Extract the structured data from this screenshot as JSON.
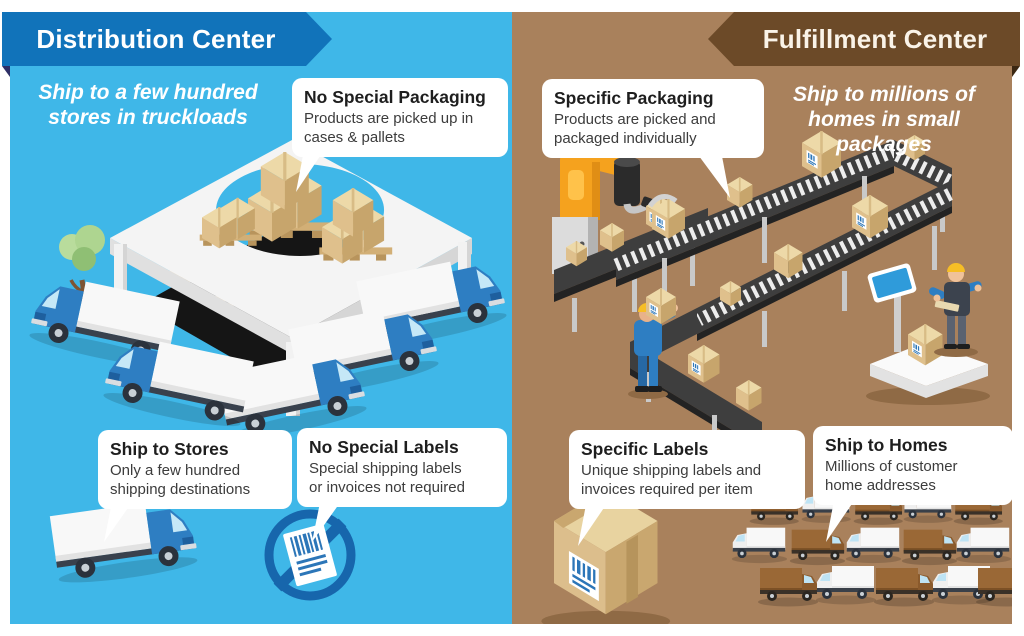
{
  "left": {
    "banner": "Distribution Center",
    "tagline": "Ship to a few hundred\nstores in truckloads",
    "callouts": [
      {
        "title": "No Special Packaging",
        "body": "Products are picked up in\ncases & pallets"
      },
      {
        "title": "Ship to Stores",
        "body": "Only a few hundred\nshipping destinations"
      },
      {
        "title": "No Special Labels",
        "body": "Special shipping labels\nor invoices not required"
      }
    ],
    "illustrations": [
      "warehouse-with-loading-docks",
      "tree",
      "pallet-stacked-boxes",
      "box-trucks",
      "single-box-truck",
      "no-label-prohibition-sign"
    ]
  },
  "right": {
    "banner": "Fulfillment Center",
    "tagline": "Ship to millions of\nhomes in small packages",
    "callouts": [
      {
        "title": "Specific Packaging",
        "body": "Products are picked and\npackaged individually"
      },
      {
        "title": "Specific Labels",
        "body": "Unique shipping labels and\ninvoices required per item"
      },
      {
        "title": "Ship to Homes",
        "body": "Millions of customer\nhome addresses"
      }
    ],
    "illustrations": [
      "robotic-arm",
      "roller-conveyor-belts",
      "packing-worker",
      "supervisor-worker",
      "weighing-scale",
      "barcode-labeled-box",
      "delivery-truck-fleet"
    ]
  },
  "colors": {
    "left_background": "#3FB7E8",
    "left_banner": "#1173BA",
    "left_banner_fold": "#2E2F66",
    "right_background": "#A9815C",
    "right_banner": "#6C4A28",
    "right_banner_fold": "#3B2712",
    "callout_background": "#FFFFFF",
    "title_text": "#1E1E1E",
    "body_text": "#3C3C3C",
    "prohibition_blue": "#1766AC",
    "cardboard": "#DFC08C",
    "truck_blue": "#2E7EC2",
    "conveyor_dark": "#3E3E3E",
    "robot_orange": "#F5A21E",
    "helmet_yellow": "#F6BE26"
  }
}
